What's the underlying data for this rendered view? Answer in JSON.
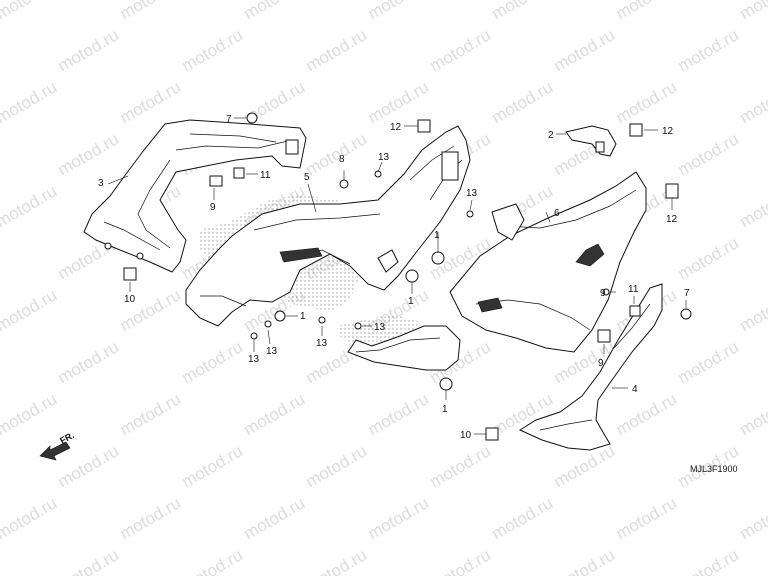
{
  "watermark": "motod.ru",
  "diagram_code": "MJL3F1900",
  "direction_label": "FR.",
  "callouts": [
    {
      "id": "c1a",
      "label": "1"
    },
    {
      "id": "c1b",
      "label": "1"
    },
    {
      "id": "c1c",
      "label": "1"
    },
    {
      "id": "c1d",
      "label": "1"
    },
    {
      "id": "c2",
      "label": "2"
    },
    {
      "id": "c3",
      "label": "3"
    },
    {
      "id": "c4",
      "label": "4"
    },
    {
      "id": "c5",
      "label": "5"
    },
    {
      "id": "c6",
      "label": "6"
    },
    {
      "id": "c7a",
      "label": "7"
    },
    {
      "id": "c7b",
      "label": "7"
    },
    {
      "id": "c8",
      "label": "8"
    },
    {
      "id": "c9a",
      "label": "9"
    },
    {
      "id": "c9b",
      "label": "9"
    },
    {
      "id": "c10a",
      "label": "10"
    },
    {
      "id": "c10b",
      "label": "10"
    },
    {
      "id": "c11a",
      "label": "11"
    },
    {
      "id": "c11b",
      "label": "11"
    },
    {
      "id": "c12a",
      "label": "12"
    },
    {
      "id": "c12b",
      "label": "12"
    },
    {
      "id": "c12c",
      "label": "12"
    },
    {
      "id": "c13a",
      "label": "13"
    },
    {
      "id": "c13b",
      "label": "13"
    },
    {
      "id": "c13c",
      "label": "13"
    },
    {
      "id": "c13d",
      "label": "13"
    },
    {
      "id": "c13e",
      "label": "13"
    },
    {
      "id": "c13f",
      "label": "13"
    }
  ]
}
